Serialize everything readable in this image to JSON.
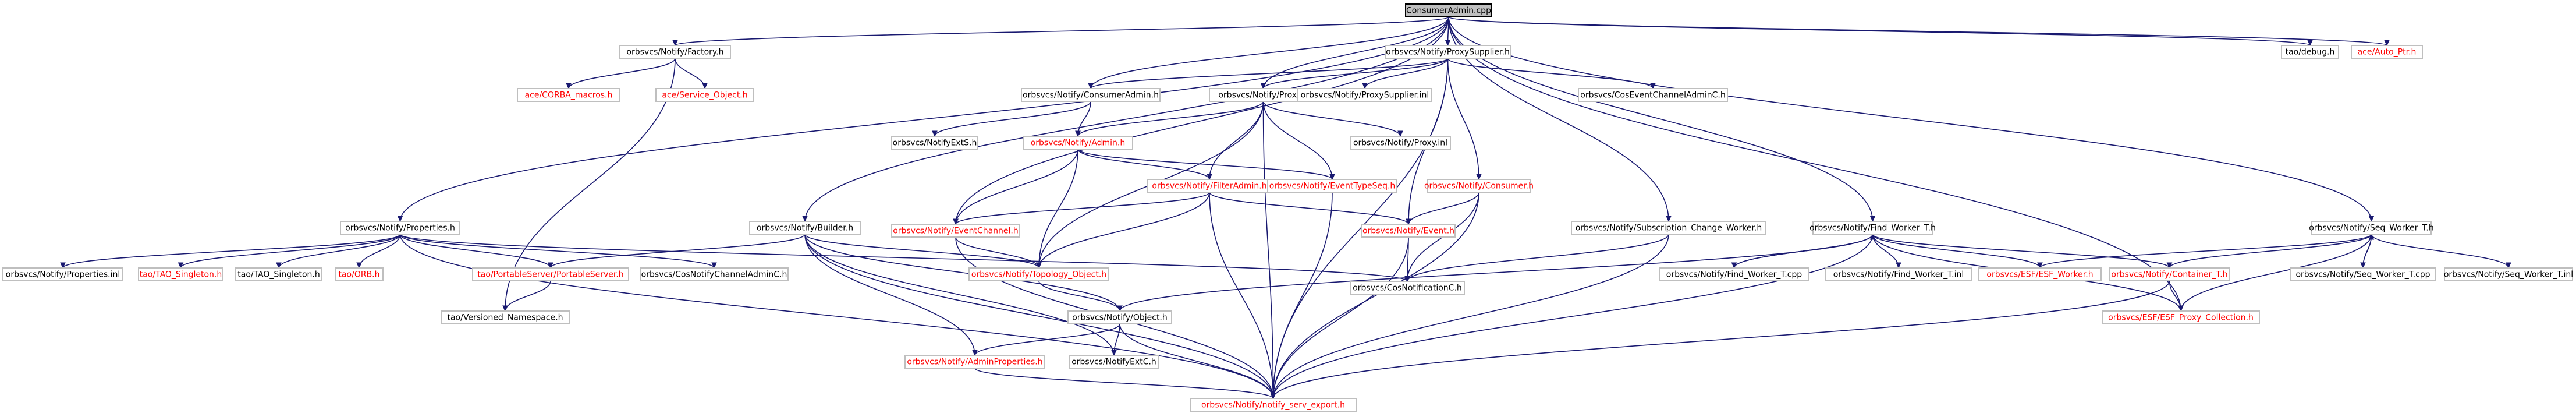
{
  "graph": {
    "title": "ConsumerAdmin.cpp",
    "colors": {
      "edge": "#191970",
      "text": "#000000",
      "link_text": "#ff0000",
      "node_border": "#bfbfbf",
      "root_fill": "#bfbfbf"
    },
    "nodes": [
      {
        "id": "root",
        "label": "ConsumerAdmin.cpp",
        "style": "root"
      },
      {
        "id": "factory",
        "label": "orbsvcs/Notify/Factory.h",
        "style": "normal"
      },
      {
        "id": "proxysupplier",
        "label": "orbsvcs/Notify/ProxySupplier.h",
        "style": "normal"
      },
      {
        "id": "debug",
        "label": "tao/debug.h",
        "style": "normal"
      },
      {
        "id": "autoptr",
        "label": "ace/Auto_Ptr.h",
        "style": "link"
      },
      {
        "id": "corbamacros",
        "label": "ace/CORBA_macros.h",
        "style": "link"
      },
      {
        "id": "serviceobject",
        "label": "ace/Service_Object.h",
        "style": "link"
      },
      {
        "id": "consumeradminh",
        "label": "orbsvcs/Notify/ConsumerAdmin.h",
        "style": "normal"
      },
      {
        "id": "proxyh",
        "label": "orbsvcs/Notify/Proxy.h",
        "style": "normal"
      },
      {
        "id": "proxysupplierinl",
        "label": "orbsvcs/Notify/ProxySupplier.inl",
        "style": "normal"
      },
      {
        "id": "coseventadmin",
        "label": "orbsvcs/CosEventChannelAdminC.h",
        "style": "normal"
      },
      {
        "id": "notifyextS",
        "label": "orbsvcs/NotifyExtS.h",
        "style": "normal"
      },
      {
        "id": "adminh",
        "label": "orbsvcs/Notify/Admin.h",
        "style": "link"
      },
      {
        "id": "proxyinl",
        "label": "orbsvcs/Notify/Proxy.inl",
        "style": "normal"
      },
      {
        "id": "filteradmin",
        "label": "orbsvcs/Notify/FilterAdmin.h",
        "style": "link"
      },
      {
        "id": "eventtypeseq",
        "label": "orbsvcs/Notify/EventTypeSeq.h",
        "style": "link"
      },
      {
        "id": "consumerh",
        "label": "orbsvcs/Notify/Consumer.h",
        "style": "link"
      },
      {
        "id": "properties",
        "label": "orbsvcs/Notify/Properties.h",
        "style": "normal"
      },
      {
        "id": "builder",
        "label": "orbsvcs/Notify/Builder.h",
        "style": "normal"
      },
      {
        "id": "eventchannel",
        "label": "orbsvcs/Notify/EventChannel.h",
        "style": "link"
      },
      {
        "id": "eventh",
        "label": "orbsvcs/Notify/Event.h",
        "style": "link"
      },
      {
        "id": "subchange",
        "label": "orbsvcs/Notify/Subscription_Change_Worker.h",
        "style": "normal"
      },
      {
        "id": "findworker",
        "label": "orbsvcs/Notify/Find_Worker_T.h",
        "style": "normal"
      },
      {
        "id": "seqworker",
        "label": "orbsvcs/Notify/Seq_Worker_T.h",
        "style": "normal"
      },
      {
        "id": "propertiesinl",
        "label": "orbsvcs/Notify/Properties.inl",
        "style": "normal"
      },
      {
        "id": "taosingleton",
        "label": "tao/TAO_Singleton.h",
        "style": "link"
      },
      {
        "id": "taosingletonh2",
        "label": "tao/TAO_Singleton.h",
        "style": "normal"
      },
      {
        "id": "orbh",
        "label": "tao/ORB.h",
        "style": "link"
      },
      {
        "id": "portableserver",
        "label": "tao/PortableServer/PortableServer.h",
        "style": "link"
      },
      {
        "id": "cosnotifychanneladmin",
        "label": "orbsvcs/CosNotifyChannelAdminC.h",
        "style": "normal"
      },
      {
        "id": "topologyobject",
        "label": "orbsvcs/Notify/Topology_Object.h",
        "style": "link"
      },
      {
        "id": "cosnotification",
        "label": "orbsvcs/CosNotificationC.h",
        "style": "normal"
      },
      {
        "id": "findworkertcpp",
        "label": "orbsvcs/Notify/Find_Worker_T.cpp",
        "style": "normal"
      },
      {
        "id": "findworkertinl",
        "label": "orbsvcs/Notify/Find_Worker_T.inl",
        "style": "normal"
      },
      {
        "id": "esfworker",
        "label": "orbsvcs/ESF/ESF_Worker.h",
        "style": "link"
      },
      {
        "id": "containert",
        "label": "orbsvcs/Notify/Container_T.h",
        "style": "link"
      },
      {
        "id": "seqworkertcpp",
        "label": "orbsvcs/Notify/Seq_Worker_T.cpp",
        "style": "normal"
      },
      {
        "id": "seqworkertinl",
        "label": "orbsvcs/Notify/Seq_Worker_T.inl",
        "style": "normal"
      },
      {
        "id": "versionednamespace",
        "label": "tao/Versioned_Namespace.h",
        "style": "normal"
      },
      {
        "id": "objecth",
        "label": "orbsvcs/Notify/Object.h",
        "style": "normal"
      },
      {
        "id": "esfproxycollection",
        "label": "orbsvcs/ESF/ESF_Proxy_Collection.h",
        "style": "link"
      },
      {
        "id": "adminproperties",
        "label": "orbsvcs/Notify/AdminProperties.h",
        "style": "link"
      },
      {
        "id": "notifyextC",
        "label": "orbsvcs/NotifyExtC.h",
        "style": "normal"
      },
      {
        "id": "notifyservexport",
        "label": "orbsvcs/Notify/notify_serv_export.h",
        "style": "link"
      }
    ],
    "edges": [
      [
        "root",
        "factory"
      ],
      [
        "root",
        "proxysupplier"
      ],
      [
        "root",
        "debug"
      ],
      [
        "root",
        "autoptr"
      ],
      [
        "root",
        "consumeradminh"
      ],
      [
        "root",
        "proxyh"
      ],
      [
        "root",
        "properties"
      ],
      [
        "root",
        "builder"
      ],
      [
        "root",
        "eventchannel"
      ],
      [
        "root",
        "subchange"
      ],
      [
        "root",
        "findworker"
      ],
      [
        "root",
        "seqworker"
      ],
      [
        "root",
        "esfproxycollection"
      ],
      [
        "factory",
        "corbamacros"
      ],
      [
        "factory",
        "serviceobject"
      ],
      [
        "factory",
        "versionednamespace"
      ],
      [
        "proxysupplier",
        "consumeradminh"
      ],
      [
        "proxysupplier",
        "proxyh"
      ],
      [
        "proxysupplier",
        "proxysupplierinl"
      ],
      [
        "proxysupplier",
        "coseventadmin"
      ],
      [
        "proxysupplier",
        "consumerh"
      ],
      [
        "proxysupplier",
        "eventh"
      ],
      [
        "proxysupplier",
        "notifyservexport"
      ],
      [
        "consumeradminh",
        "notifyextS"
      ],
      [
        "consumeradminh",
        "adminh"
      ],
      [
        "proxyh",
        "adminh"
      ],
      [
        "proxyh",
        "proxyinl"
      ],
      [
        "proxyh",
        "filteradmin"
      ],
      [
        "proxyh",
        "eventtypeseq"
      ],
      [
        "proxyh",
        "topologyobject"
      ],
      [
        "proxyh",
        "notifyservexport"
      ],
      [
        "adminh",
        "filteradmin"
      ],
      [
        "adminh",
        "eventtypeseq"
      ],
      [
        "adminh",
        "eventchannel"
      ],
      [
        "adminh",
        "topologyobject"
      ],
      [
        "filteradmin",
        "eventchannel"
      ],
      [
        "filteradmin",
        "eventh"
      ],
      [
        "filteradmin",
        "topologyobject"
      ],
      [
        "filteradmin",
        "notifyservexport"
      ],
      [
        "eventtypeseq",
        "notifyservexport"
      ],
      [
        "consumerh",
        "eventh"
      ],
      [
        "consumerh",
        "cosnotification"
      ],
      [
        "consumerh",
        "notifyservexport"
      ],
      [
        "properties",
        "propertiesinl"
      ],
      [
        "properties",
        "taosingleton"
      ],
      [
        "properties",
        "taosingletonh2"
      ],
      [
        "properties",
        "orbh"
      ],
      [
        "properties",
        "portableserver"
      ],
      [
        "properties",
        "cosnotifychanneladmin"
      ],
      [
        "properties",
        "cosnotification"
      ],
      [
        "properties",
        "notifyservexport"
      ],
      [
        "builder",
        "portableserver"
      ],
      [
        "builder",
        "topologyobject"
      ],
      [
        "builder",
        "objecth"
      ],
      [
        "builder",
        "adminproperties"
      ],
      [
        "builder",
        "notifyextC"
      ],
      [
        "builder",
        "notifyservexport"
      ],
      [
        "eventchannel",
        "topologyobject"
      ],
      [
        "eventchannel",
        "notifyservexport"
      ],
      [
        "eventh",
        "cosnotification"
      ],
      [
        "eventh",
        "notifyservexport"
      ],
      [
        "topologyobject",
        "objecth"
      ],
      [
        "portableserver",
        "versionednamespace"
      ],
      [
        "objecth",
        "adminproperties"
      ],
      [
        "objecth",
        "notifyextC"
      ],
      [
        "objecth",
        "notifyservexport"
      ],
      [
        "adminproperties",
        "notifyservexport"
      ],
      [
        "subchange",
        "cosnotification"
      ],
      [
        "subchange",
        "notifyservexport"
      ],
      [
        "findworker",
        "findworkertcpp"
      ],
      [
        "findworker",
        "findworkertinl"
      ],
      [
        "findworker",
        "esfworker"
      ],
      [
        "findworker",
        "containert"
      ],
      [
        "findworker",
        "esfproxycollection"
      ],
      [
        "findworker",
        "objecth"
      ],
      [
        "findworker",
        "notifyservexport"
      ],
      [
        "findworkertcpp",
        "findworker"
      ],
      [
        "seqworker",
        "seqworkertcpp"
      ],
      [
        "seqworker",
        "seqworkertinl"
      ],
      [
        "seqworker",
        "esfworker"
      ],
      [
        "seqworker",
        "containert"
      ],
      [
        "seqworker",
        "esfproxycollection"
      ],
      [
        "seqworkertcpp",
        "seqworker"
      ],
      [
        "containert",
        "esfproxycollection"
      ],
      [
        "containert",
        "notifyservexport"
      ]
    ]
  }
}
